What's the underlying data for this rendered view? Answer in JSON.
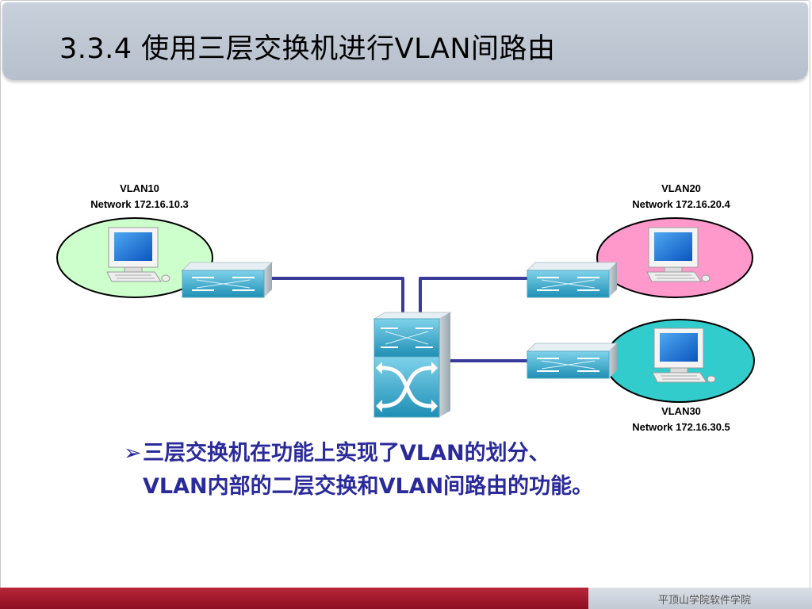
{
  "slide": {
    "title": "3.3.4 使用三层交换机进行VLAN间路由"
  },
  "vlans": [
    {
      "name": "VLAN10",
      "network": "Network 172.16.10.3",
      "color": "#ccffcc"
    },
    {
      "name": "VLAN20",
      "network": "Network 172.16.20.4",
      "color": "#ff99cc"
    },
    {
      "name": "VLAN30",
      "network": "Network 172.16.30.5",
      "color": "#33cccc"
    }
  ],
  "bullet": {
    "arrow": "➢",
    "line1": "三层交换机在功能上实现了VLAN的划分、",
    "line2": "VLAN内部的二层交换和VLAN间路由的功能。"
  },
  "footer": {
    "text": "平顶山学院软件学院"
  },
  "colors": {
    "link": "#3a3a9a",
    "switch_face": "#2fa6c8",
    "switch_top": "#eaf4f8",
    "title_bar": "#c3cbd6",
    "bullet_text": "#2a2a9a",
    "footer_red": "#a01a2e"
  }
}
